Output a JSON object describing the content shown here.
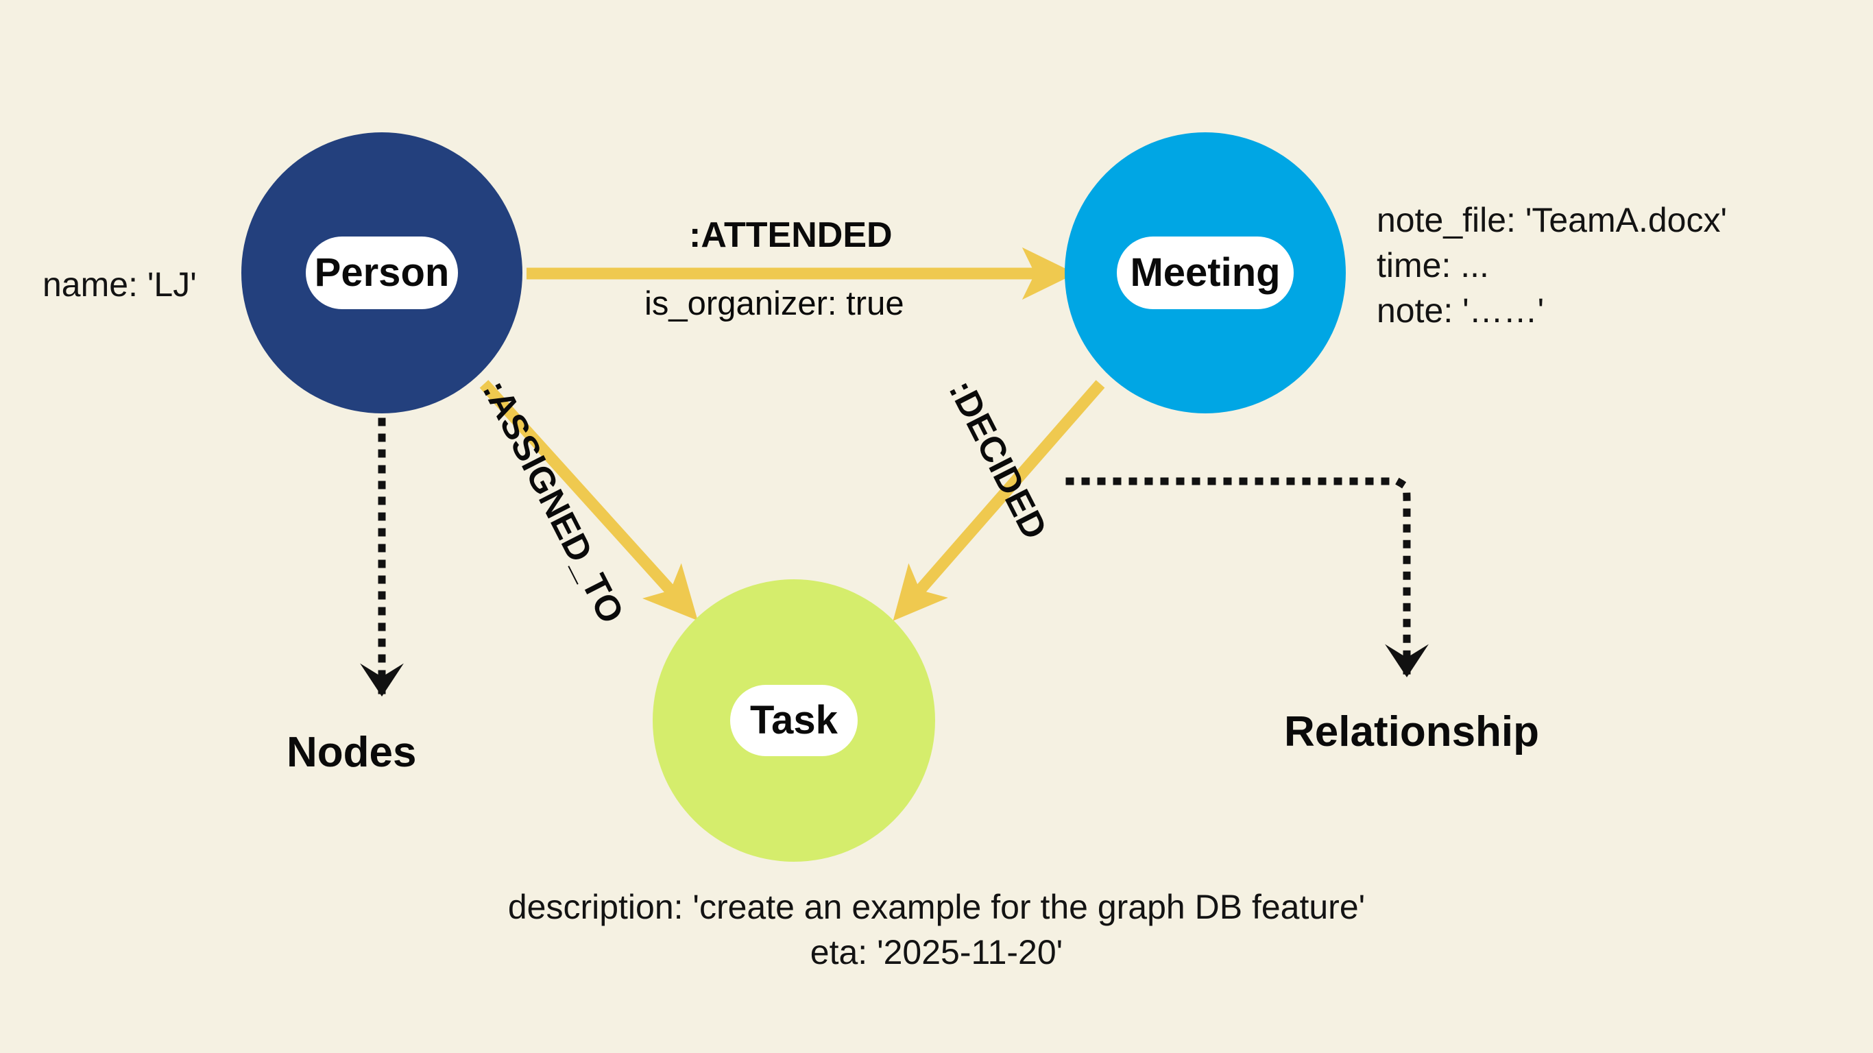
{
  "diagram": {
    "title": "Graph database node and relationship example",
    "background_color": "#F5F1E2"
  },
  "nodes": [
    {
      "id": "person",
      "label": "Person",
      "color": "#23407D",
      "properties_text": "name: 'LJ'",
      "properties": [
        {
          "key": "name",
          "value": "'LJ'"
        }
      ]
    },
    {
      "id": "meeting",
      "label": "Meeting",
      "color": "#00A6E4",
      "properties": [
        {
          "key": "note_file",
          "value": "'TeamA.docx'",
          "text": "note_file: 'TeamA.docx'"
        },
        {
          "key": "time",
          "value": "...",
          "text": "time: ..."
        },
        {
          "key": "note",
          "value": "'……'",
          "text": "note: '……'"
        }
      ]
    },
    {
      "id": "task",
      "label": "Task",
      "color": "#D5ED6C",
      "properties": [
        {
          "key": "description",
          "value": "'create an example for the graph DB feature'",
          "text": "description: 'create an example for the graph DB feature'"
        },
        {
          "key": "eta",
          "value": "'2025-11-20'",
          "text": "eta: '2025-11-20'"
        }
      ]
    }
  ],
  "relationships": [
    {
      "id": "attended",
      "type": ":ATTENDED",
      "from": "Person",
      "to": "Meeting",
      "properties_text": "is_organizer: true",
      "color": "#EFC94F"
    },
    {
      "id": "assigned_to",
      "type": ":ASSIGNED_TO",
      "from": "Person",
      "to": "Task",
      "color": "#EFC94F"
    },
    {
      "id": "decided",
      "type": ":DECIDED",
      "from": "Meeting",
      "to": "Task",
      "color": "#EFC94F"
    }
  ],
  "annotations": [
    {
      "id": "nodes",
      "label": "Nodes",
      "points_to": "person"
    },
    {
      "id": "relationship",
      "label": "Relationship",
      "points_to": "decided"
    }
  ],
  "colors": {
    "background": "#F5F1E2",
    "person": "#23407D",
    "meeting": "#00A6E4",
    "task": "#D5ED6C",
    "edge": "#EFC94F",
    "annotation": "#111111"
  }
}
